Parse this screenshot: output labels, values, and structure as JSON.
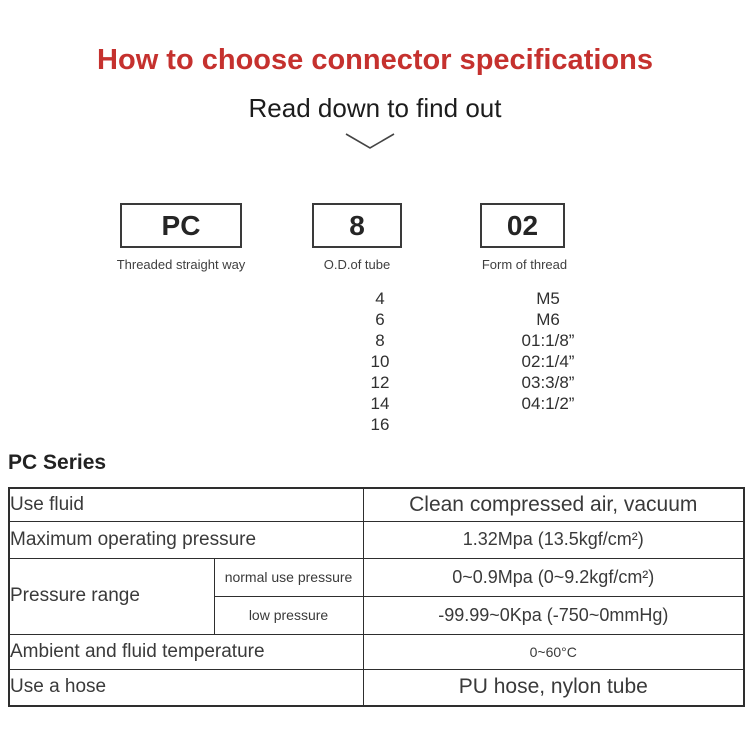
{
  "header": {
    "title": "How to choose connector specifications",
    "subtitle": "Read down to find out"
  },
  "code_breakdown": {
    "segments": [
      {
        "code": "PC",
        "label": "Threaded straight way",
        "options": []
      },
      {
        "code": "8",
        "label": "O.D.of tube",
        "options": [
          "4",
          "6",
          "8",
          "10",
          "12",
          "14",
          "16"
        ]
      },
      {
        "code": "02",
        "label": "Form of thread",
        "options": [
          "M5",
          "M6",
          "01:1/8”",
          "02:1/4”",
          "03:3/8”",
          "04:1/2”"
        ]
      }
    ]
  },
  "series_title": "PC Series",
  "spec_table": {
    "rows": [
      {
        "label": "Use fluid",
        "value": "Clean compressed air, vacuum"
      },
      {
        "label": "Maximum operating pressure",
        "value": "1.32Mpa (13.5kgf/cm²)"
      },
      {
        "label": "Pressure range",
        "sub_rows": [
          {
            "label": "normal use pressure",
            "value": "0~0.9Mpa (0~9.2kgf/cm²)"
          },
          {
            "label": "low pressure",
            "value": "-99.99~0Kpa (-750~0mmHg)"
          }
        ]
      },
      {
        "label": "Ambient and fluid temperature",
        "value": "0~60°C"
      },
      {
        "label": "Use a hose",
        "value": "PU hose, nylon tube"
      }
    ]
  },
  "colors": {
    "title_red": "#c5312e",
    "row_beige": "#f2ecda",
    "border_dark": "#2e2e2e",
    "text_dark": "#3a3a3a"
  }
}
